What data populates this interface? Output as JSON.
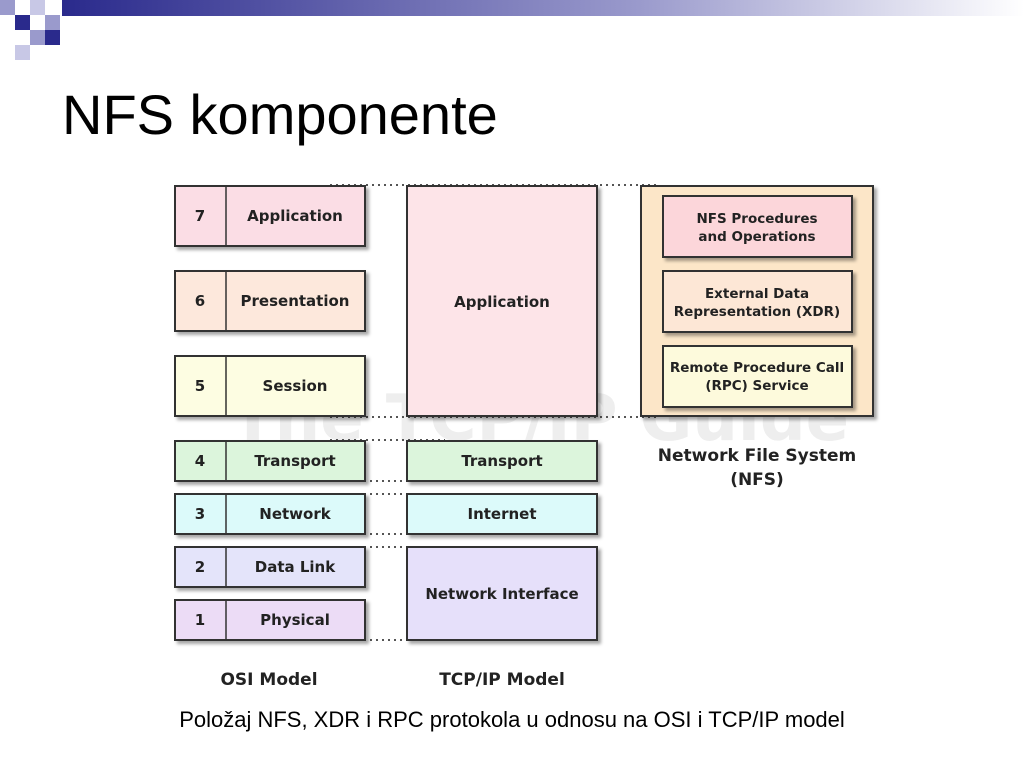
{
  "slide": {
    "title": "NFS komponente",
    "caption": "Položaj NFS, XDR i RPC protokola u odnosu na OSI i TCP/IP model"
  },
  "diagram": {
    "watermark": "The TCP/IP Guide",
    "osi": {
      "label": "OSI Model",
      "layers": [
        {
          "num": "7",
          "name": "Application",
          "color": "#fbdde5"
        },
        {
          "num": "6",
          "name": "Presentation",
          "color": "#fde8dc"
        },
        {
          "num": "5",
          "name": "Session",
          "color": "#fdfde2"
        },
        {
          "num": "4",
          "name": "Transport",
          "color": "#dcf5dc"
        },
        {
          "num": "3",
          "name": "Network",
          "color": "#dcfafa"
        },
        {
          "num": "2",
          "name": "Data Link",
          "color": "#e4e4fa"
        },
        {
          "num": "1",
          "name": "Physical",
          "color": "#ecdcf6"
        }
      ]
    },
    "tcpip": {
      "label": "TCP/IP Model",
      "layers": [
        {
          "name": "Application",
          "color": "#fde4e8"
        },
        {
          "name": "Transport",
          "color": "#dcf5dc"
        },
        {
          "name": "Internet",
          "color": "#dcfafa"
        },
        {
          "name": "Network Interface",
          "color": "#e6e0fa"
        }
      ]
    },
    "nfs": {
      "label_line1": "Network File System",
      "label_line2": "(NFS)",
      "outer_color": "#fce6c8",
      "components": [
        {
          "line1": "NFS Procedures",
          "line2": "and Operations",
          "color": "#fcd6da"
        },
        {
          "line1": "External Data",
          "line2": "Representation (XDR)",
          "color": "#fde7d6"
        },
        {
          "line1": "Remote Procedure Call",
          "line2": "(RPC) Service",
          "color": "#fdfadc"
        }
      ]
    }
  }
}
